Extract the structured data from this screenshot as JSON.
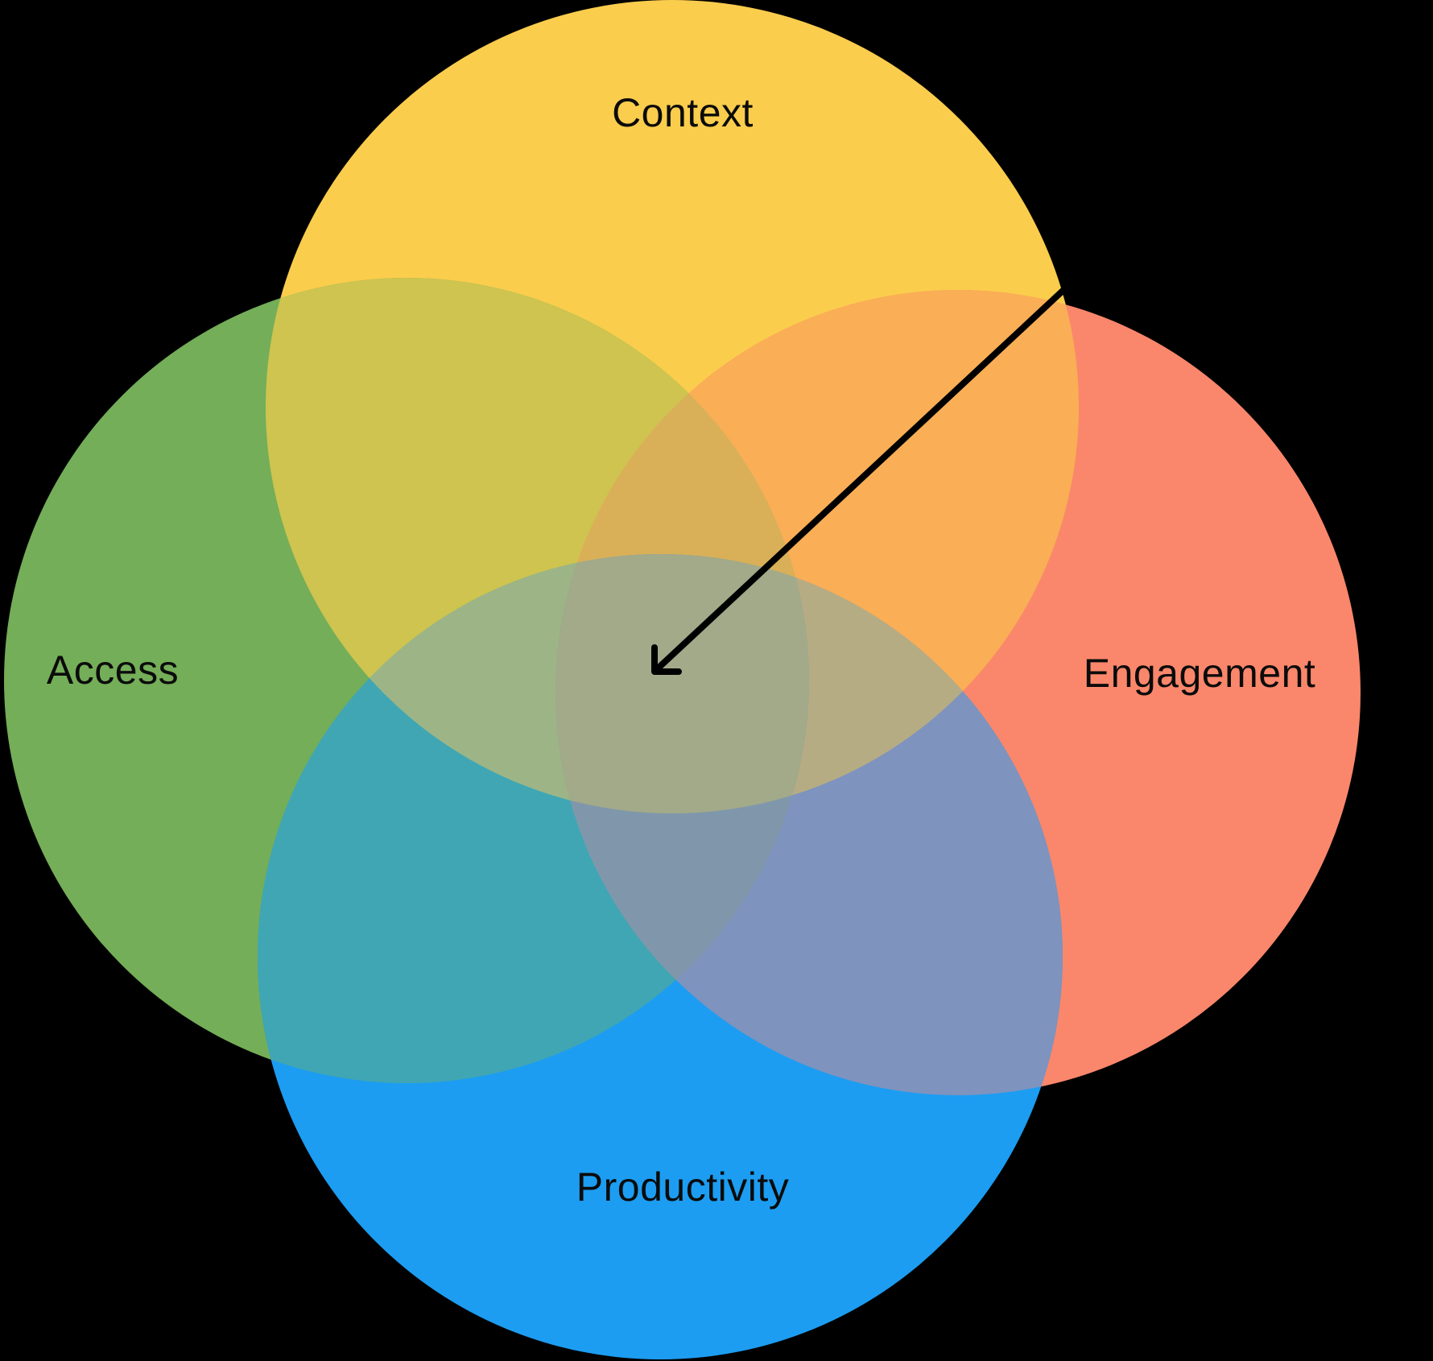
{
  "background": "#000000",
  "text_color": "#0b0b0b",
  "venn": {
    "sets": [
      {
        "id": "context",
        "label": "Context",
        "position": "top",
        "color": "#FBCD4D"
      },
      {
        "id": "access",
        "label": "Access",
        "position": "left",
        "color": "#74AE58"
      },
      {
        "id": "engagement",
        "label": "Engagement",
        "position": "right",
        "color": "#FA876B"
      },
      {
        "id": "productivity",
        "label": "Productivity",
        "position": "bottom",
        "color": "#1C9DF2"
      }
    ],
    "overlap_colors": {
      "context_access": "#CEC44F",
      "context_engagement": "#FAAE55",
      "access_productivity": "#40A6B3",
      "engagement_productivity": "#7E93BE",
      "context_access_engagement": "#D9B058",
      "context_access_productivity": "#9DB586",
      "context_engagement_productivity": "#B6AC84",
      "access_engagement_productivity": "#8097AB",
      "all_four": "#A2AA89"
    },
    "annotation_arrow": {
      "color": "#000000"
    }
  }
}
